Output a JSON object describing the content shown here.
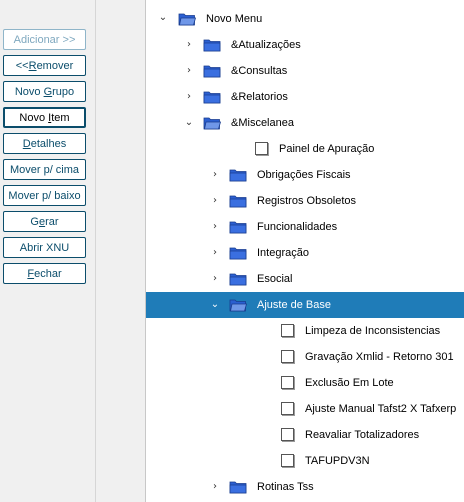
{
  "buttons": {
    "add": "Adicionar >>",
    "remove_prefix": "<< ",
    "remove_key": "R",
    "remove_rest": "emover",
    "new_group_prefix": "Novo ",
    "new_group_key": "G",
    "new_group_rest": "rupo",
    "new_item_prefix": "Novo ",
    "new_item_key": "I",
    "new_item_rest": "tem",
    "details_key": "D",
    "details_rest": "etalhes",
    "move_up": "Mover p/ cima",
    "move_down": "Mover p/ baixo",
    "generate_prefix": "G",
    "generate_key": "e",
    "generate_rest": "rar",
    "open_xnu": "Abrir XNU",
    "close_key": "F",
    "close_rest": "echar"
  },
  "tree": {
    "root": "Novo Menu",
    "items": [
      {
        "label": "&Atualizações",
        "type": "folder",
        "toggle": "›"
      },
      {
        "label": "&Consultas",
        "type": "folder",
        "toggle": "›"
      },
      {
        "label": "&Relatorios",
        "type": "folder",
        "toggle": "›"
      },
      {
        "label": "&Miscelanea",
        "type": "folder-open",
        "toggle": "⌄"
      },
      {
        "label": "Painel de Apuração",
        "type": "item"
      },
      {
        "label": "Obrigações Fiscais",
        "type": "folder",
        "toggle": "›"
      },
      {
        "label": "Registros Obsoletos",
        "type": "folder",
        "toggle": "›"
      },
      {
        "label": "Funcionalidades",
        "type": "folder",
        "toggle": "›"
      },
      {
        "label": "Integração",
        "type": "folder",
        "toggle": "›"
      },
      {
        "label": "Esocial",
        "type": "folder",
        "toggle": "›"
      },
      {
        "label": "Ajuste de Base",
        "type": "folder-open",
        "toggle": "⌄",
        "selected": true
      },
      {
        "label": "Limpeza de Inconsistencias",
        "type": "item"
      },
      {
        "label": "Gravação Xmlid - Retorno 301",
        "type": "item"
      },
      {
        "label": "Exclusão Em Lote",
        "type": "item"
      },
      {
        "label": "Ajuste Manual Tafst2 X Tafxerp",
        "type": "item"
      },
      {
        "label": "Reavaliar Totalizadores",
        "type": "item"
      },
      {
        "label": "TAFUPDV3N",
        "type": "item"
      },
      {
        "label": "Rotinas Tss",
        "type": "folder",
        "toggle": "›"
      }
    ]
  },
  "colors": {
    "accent": "#1f7cb8",
    "button_border": "#0b4d6b",
    "folder_blue": "#2b5fd1"
  }
}
